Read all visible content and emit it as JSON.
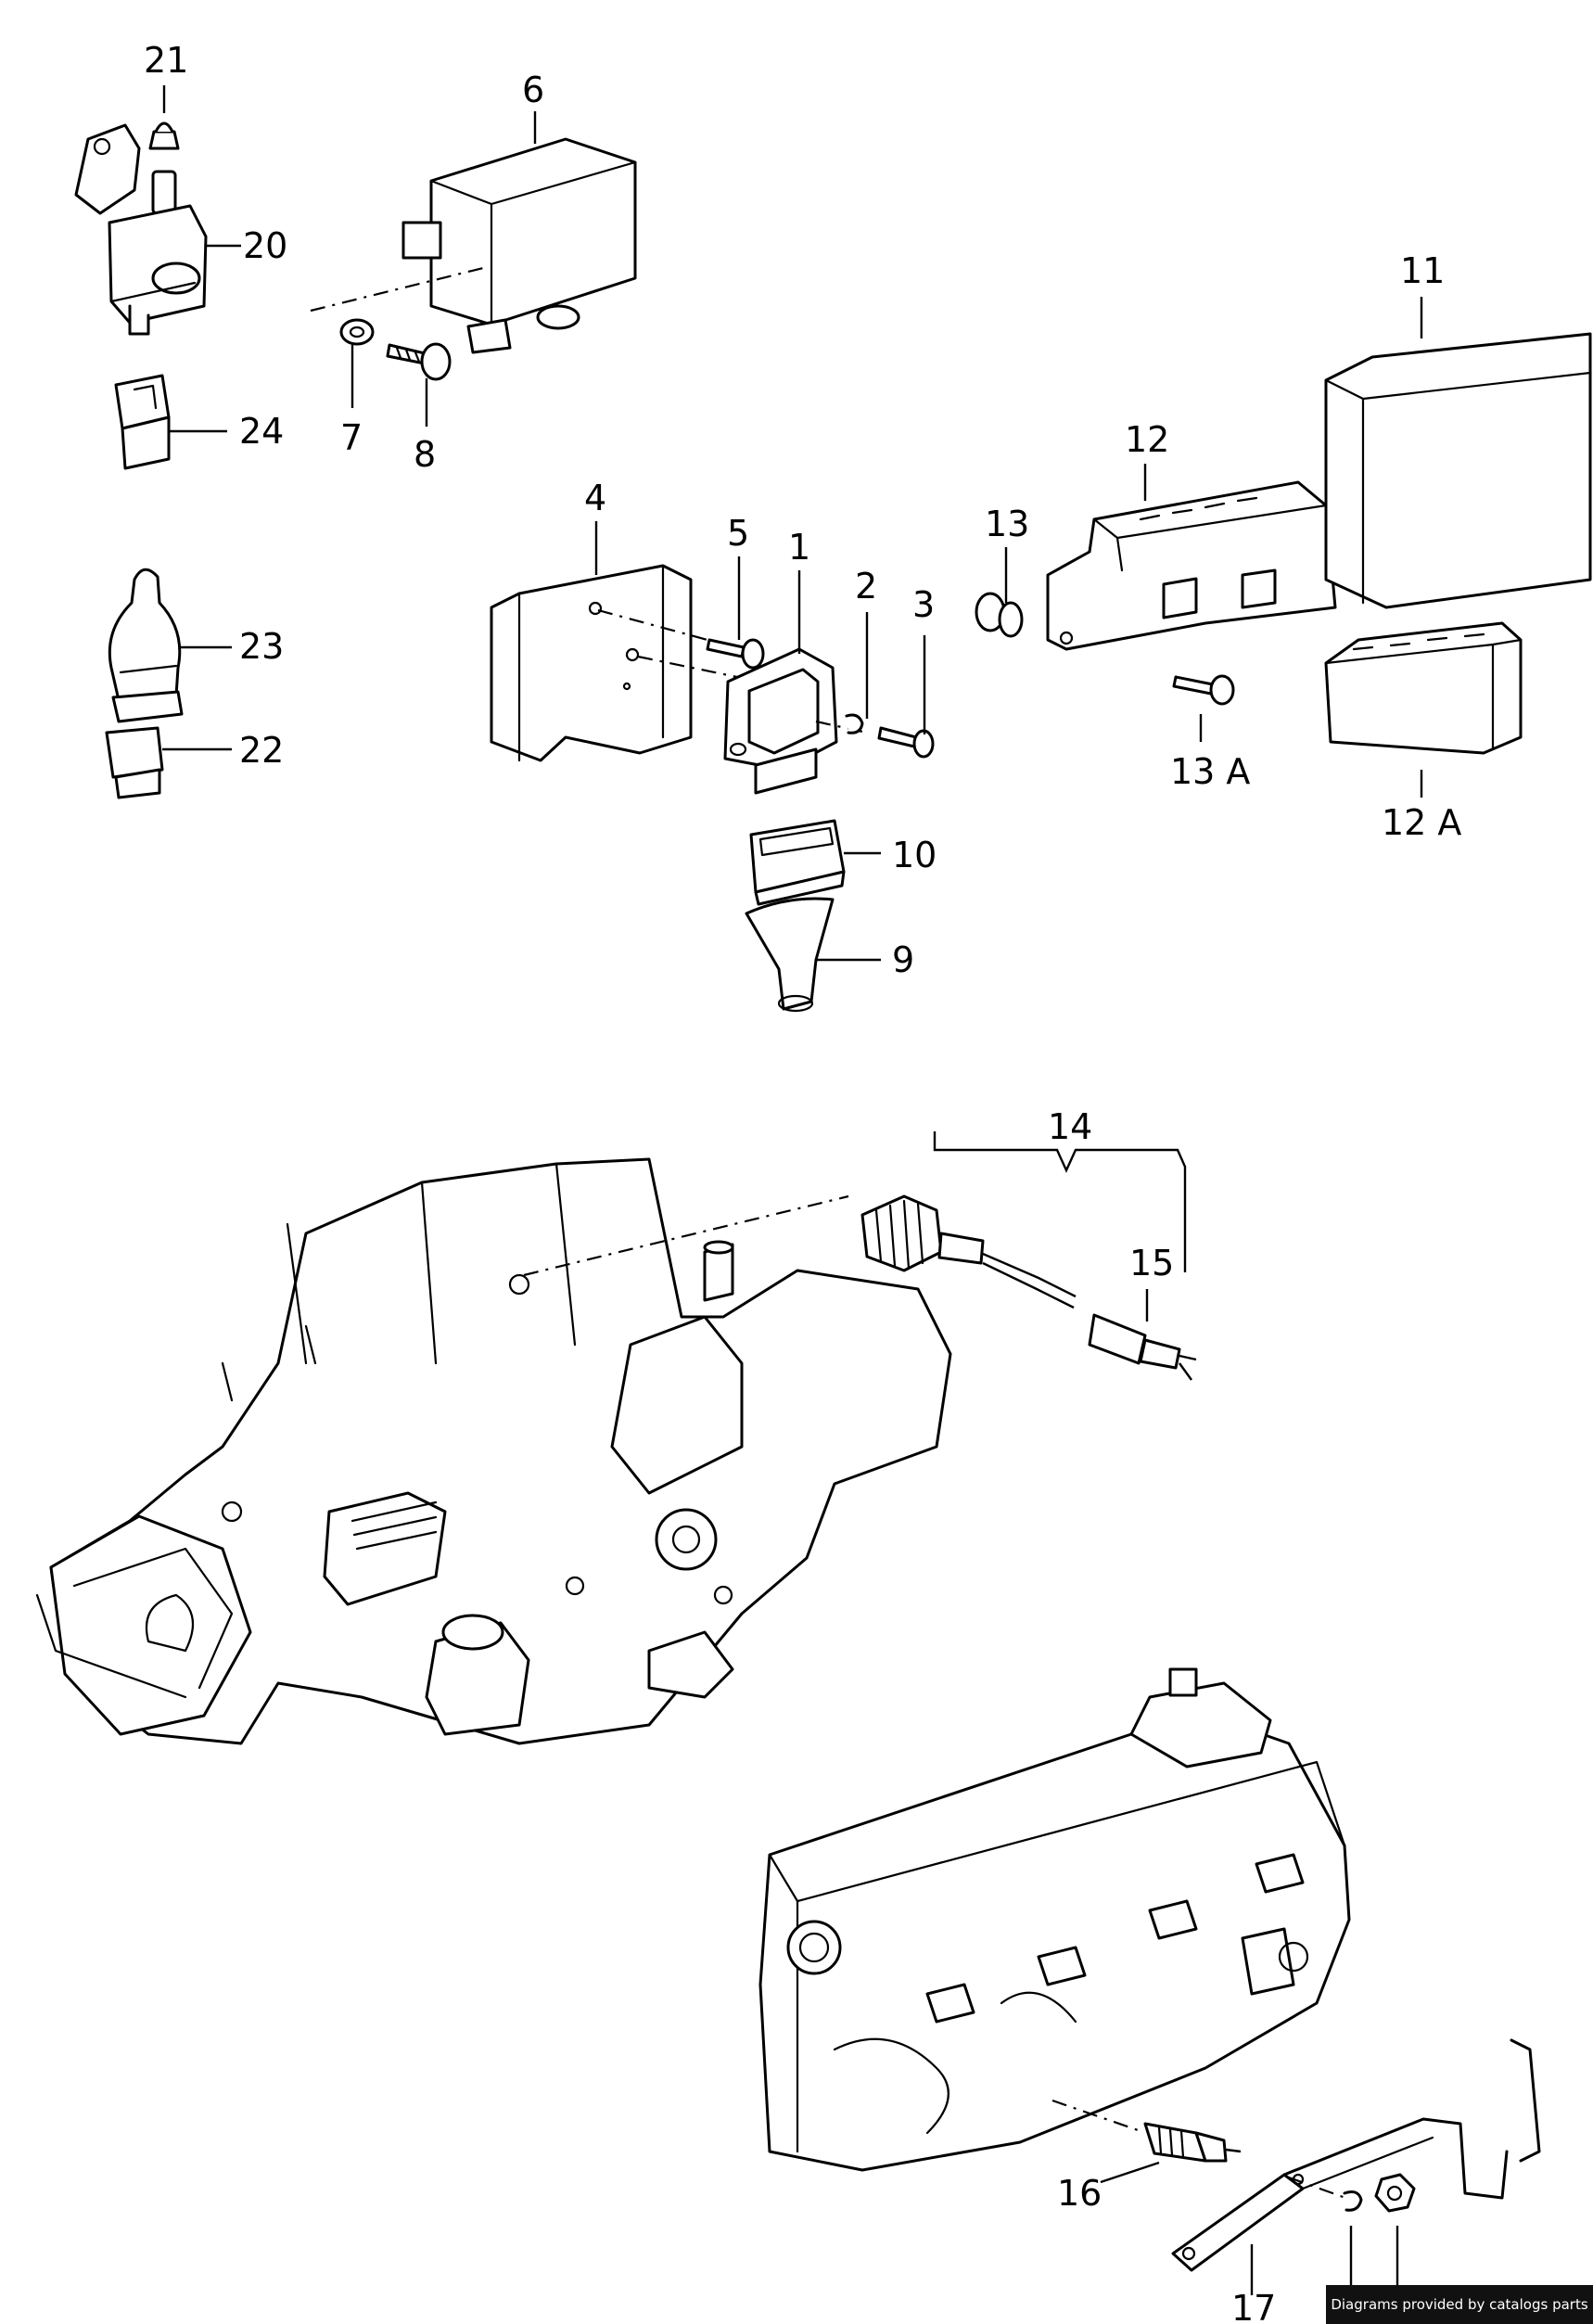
{
  "labels": {
    "p1": "1",
    "p2": "2",
    "p3": "3",
    "p4": "4",
    "p5": "5",
    "p6": "6",
    "p7": "7",
    "p8": "8",
    "p9": "9",
    "p10": "10",
    "p11": "11",
    "p12": "12",
    "p12a": "12 A",
    "p13": "13",
    "p13a": "13 A",
    "p14": "14",
    "p15": "15",
    "p16": "16",
    "p17": "17",
    "p20": "20",
    "p21": "21",
    "p22": "22",
    "p23": "23",
    "p24": "24"
  },
  "footer": {
    "credit": "Diagrams provided by catalogs parts"
  }
}
